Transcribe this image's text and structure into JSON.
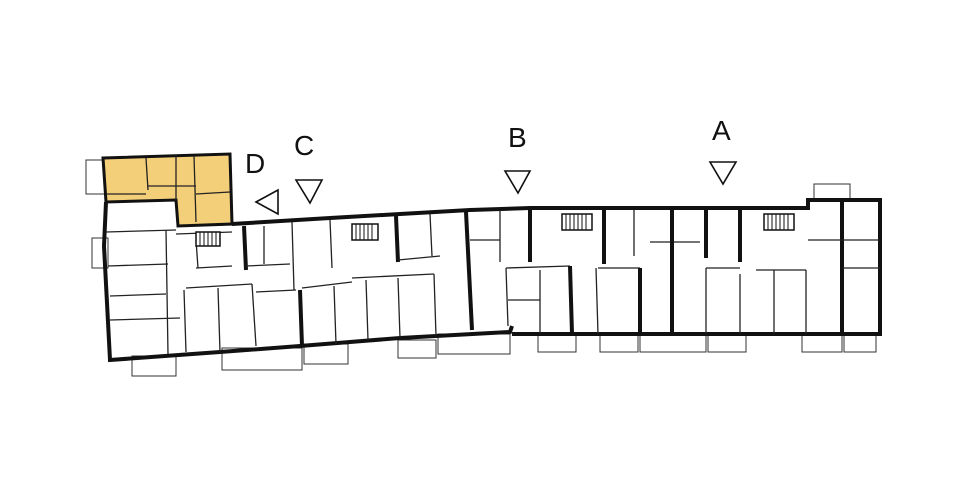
{
  "plan": {
    "highlight_color": "#f3cf7a",
    "wall_color": "#111111",
    "background": "#ffffff",
    "sections": [
      {
        "id": "A",
        "label": "A",
        "marker": "triangle-down-icon"
      },
      {
        "id": "B",
        "label": "B",
        "marker": "triangle-down-icon"
      },
      {
        "id": "C",
        "label": "C",
        "marker": "triangle-down-icon"
      },
      {
        "id": "D",
        "label": "D",
        "marker": "triangle-left-icon"
      }
    ]
  }
}
